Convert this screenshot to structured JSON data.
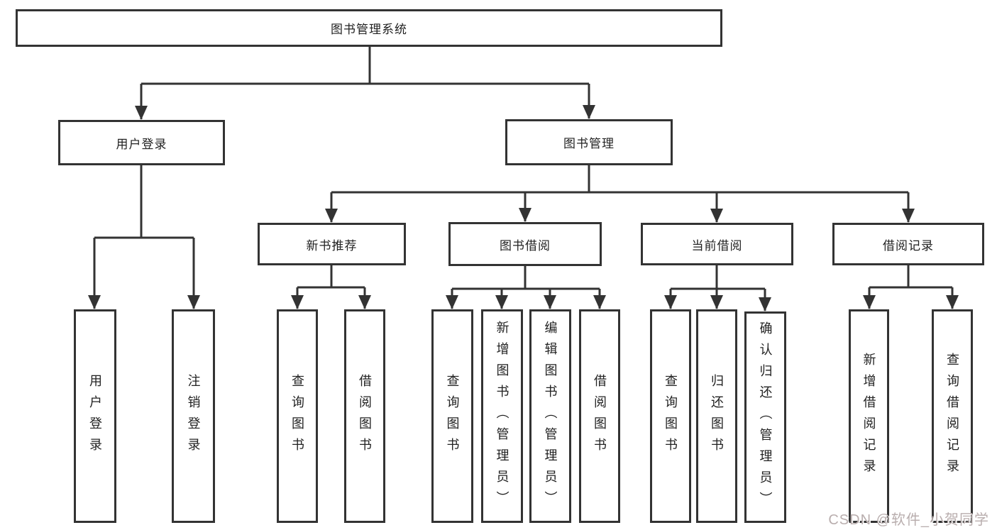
{
  "diagram": {
    "title_node": {
      "label": "图书管理系统"
    },
    "user_branch": {
      "label": "用户登录",
      "children": [
        {
          "label": "用户登录"
        },
        {
          "label": "注销登录"
        }
      ]
    },
    "book_branch": {
      "label": "图书管理",
      "groups": [
        {
          "label": "新书推荐",
          "children": [
            {
              "label": "查询图书"
            },
            {
              "label": "借阅图书"
            }
          ]
        },
        {
          "label": "图书借阅",
          "children": [
            {
              "label": "查询图书"
            },
            {
              "label": "新增图书（管理员）"
            },
            {
              "label": "编辑图书（管理员）"
            },
            {
              "label": "借阅图书"
            }
          ]
        },
        {
          "label": "当前借阅",
          "children": [
            {
              "label": "查询图书"
            },
            {
              "label": "归还图书"
            },
            {
              "label": "确认归还（管理员）"
            }
          ]
        },
        {
          "label": "借阅记录",
          "children": [
            {
              "label": "新增借阅记录"
            },
            {
              "label": "查询借阅记录"
            }
          ]
        }
      ]
    },
    "colors": {
      "line": "#333333",
      "border": "#333333",
      "text": "#222222",
      "background": "#ffffff",
      "watermark": "#b9aeae"
    }
  },
  "watermark": {
    "text": "CSDN @软件_小贺同学"
  }
}
